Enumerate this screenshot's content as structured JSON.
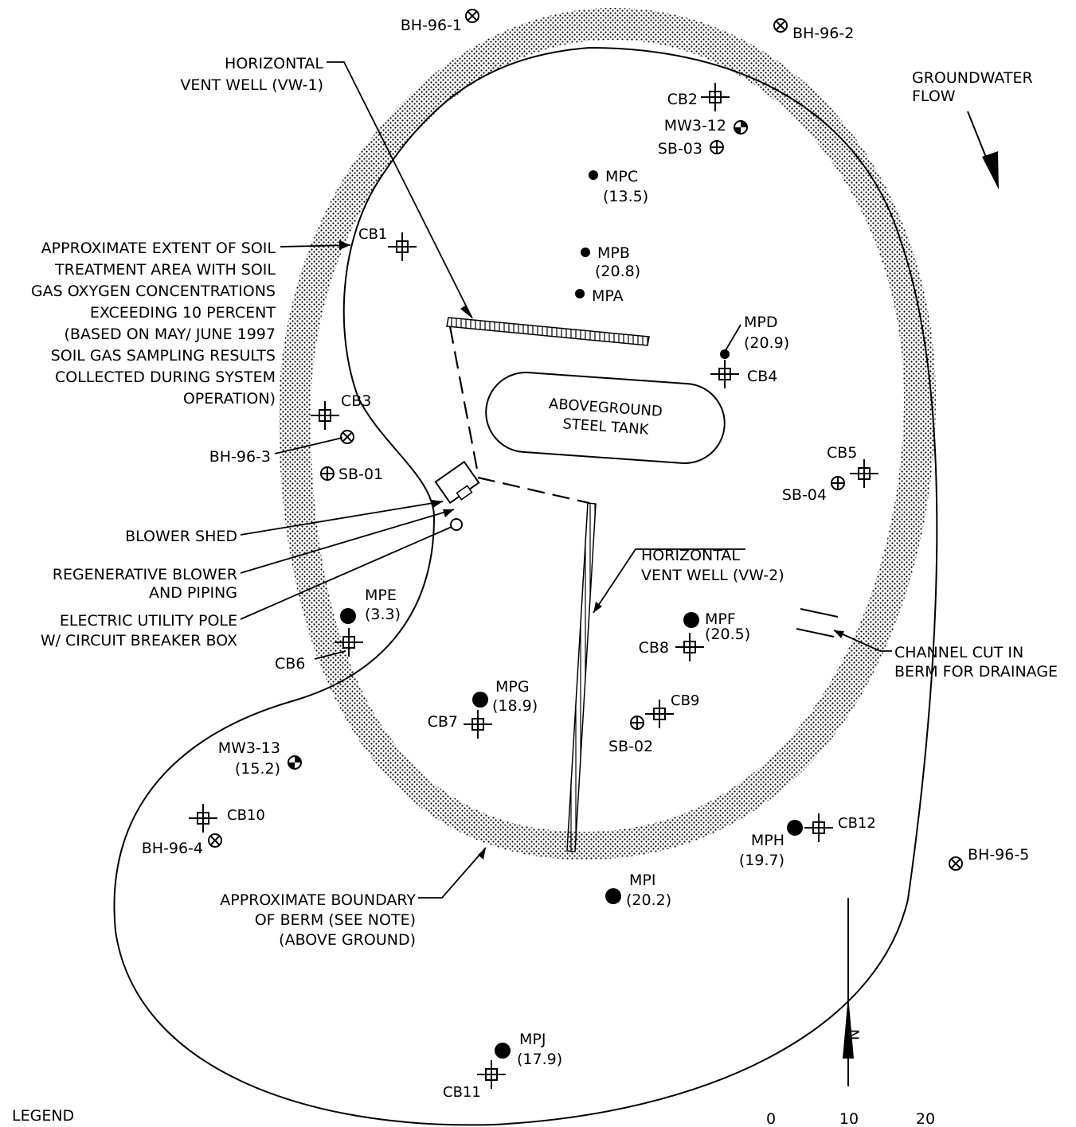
{
  "labels": {
    "vw1": [
      "HORIZONTAL",
      "VENT WELL (VW-1)"
    ],
    "vw2": [
      "HORIZONTAL",
      "VENT WELL (VW-2)"
    ],
    "groundwater": [
      "GROUNDWATER",
      "FLOW"
    ],
    "extent": [
      "APPROXIMATE EXTENT OF SOIL",
      "TREATMENT AREA WITH SOIL",
      "GAS OXYGEN CONCENTRATIONS",
      "EXCEEDING 10 PERCENT",
      "(BASED ON MAY/ JUNE 1997",
      "SOIL GAS SAMPLING RESULTS",
      "COLLECTED DURING SYSTEM",
      "OPERATION)"
    ],
    "tank": [
      "ABOVEGROUND",
      "STEEL TANK"
    ],
    "blower_shed": "BLOWER SHED",
    "regen_blower": [
      "REGENERATIVE BLOWER",
      "AND PIPING"
    ],
    "utility_pole": [
      "ELECTRIC UTILITY POLE",
      "W/ CIRCUIT BREAKER BOX"
    ],
    "channel": [
      "CHANNEL CUT IN",
      "BERM FOR DRAINAGE"
    ],
    "berm": [
      "APPROXIMATE BOUNDARY",
      "OF BERM (SEE NOTE)",
      "(ABOVE GROUND)"
    ],
    "legend": "LEGEND",
    "north": "N",
    "scale": [
      "0",
      "10",
      "20"
    ]
  },
  "boreholes": [
    "BH-96-1",
    "BH-96-2",
    "BH-96-3",
    "BH-96-4",
    "BH-96-5"
  ],
  "soil_borings": [
    "SB-01",
    "SB-02",
    "SB-03",
    "SB-04"
  ],
  "monitoring_wells": [
    {
      "id": "MW3-12",
      "value": ""
    },
    {
      "id": "MW3-13",
      "value": "(15.2)"
    }
  ],
  "control_boxes": [
    "CB1",
    "CB2",
    "CB3",
    "CB4",
    "CB5",
    "CB6",
    "CB7",
    "CB8",
    "CB9",
    "CB10",
    "CB11",
    "CB12"
  ],
  "monitoring_points": [
    {
      "id": "MPA",
      "value": ""
    },
    {
      "id": "MPB",
      "value": "(20.8)"
    },
    {
      "id": "MPC",
      "value": "(13.5)"
    },
    {
      "id": "MPD",
      "value": "(20.9)"
    },
    {
      "id": "MPE",
      "value": "(3.3)"
    },
    {
      "id": "MPF",
      "value": "(20.5)"
    },
    {
      "id": "MPG",
      "value": "(18.9)"
    },
    {
      "id": "MPH",
      "value": "(19.7)"
    },
    {
      "id": "MPI",
      "value": "(20.2)"
    },
    {
      "id": "MPJ",
      "value": "(17.9)"
    }
  ]
}
